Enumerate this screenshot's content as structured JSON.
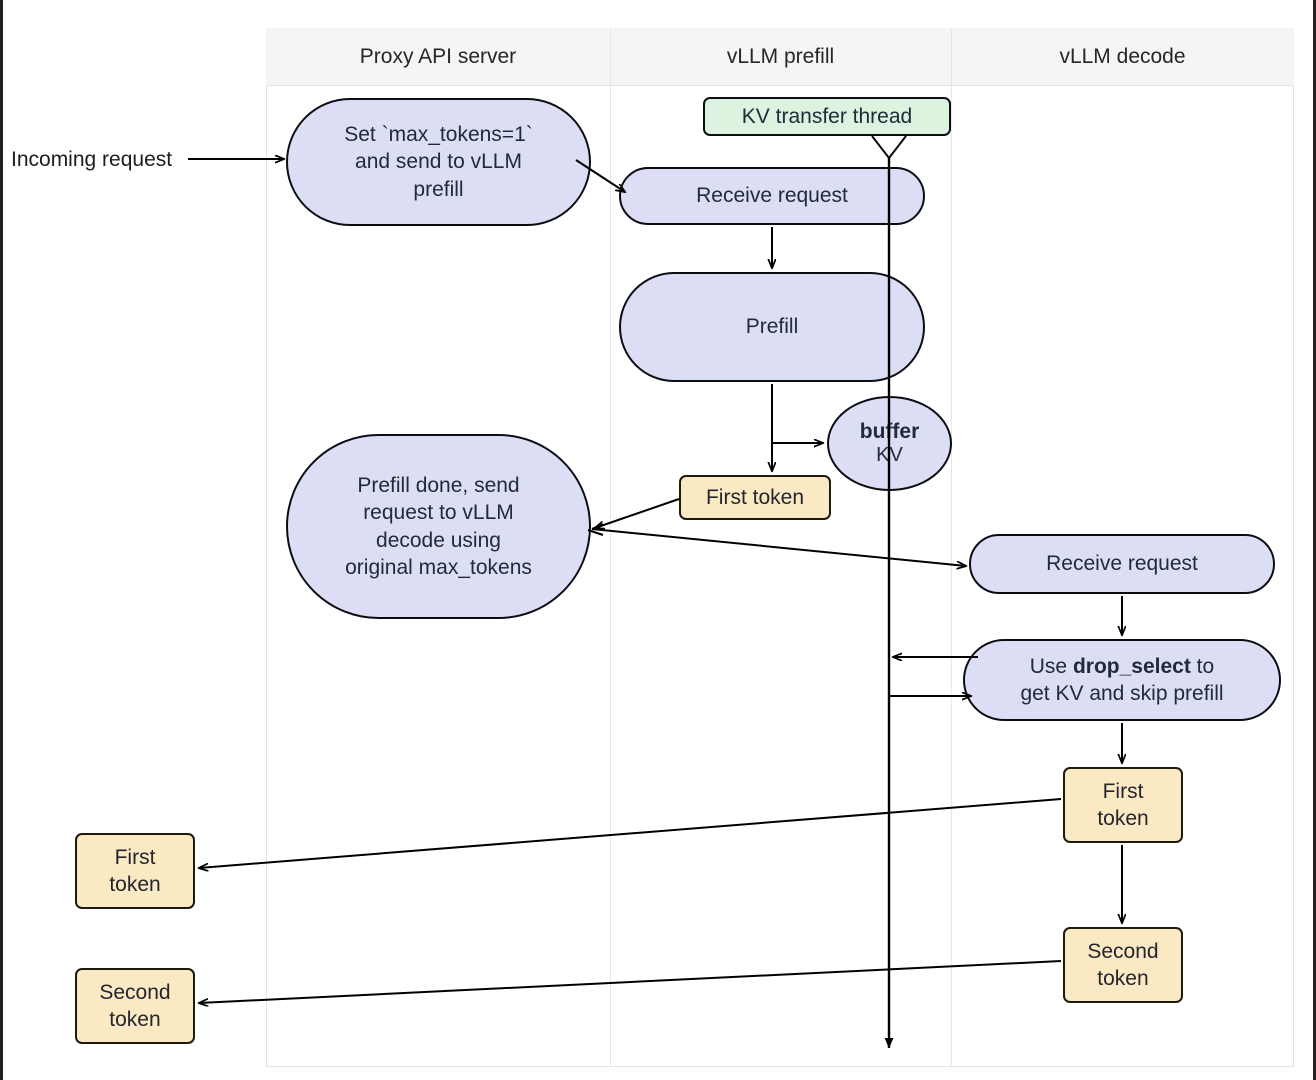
{
  "diagram": {
    "title": "vLLM disaggregated prefill sequence",
    "colors": {
      "process_fill": "#dcdef5",
      "process_stroke": "#0b0d12",
      "note_fill": "#dcf3e0",
      "token_fill": "#fbe9c4",
      "token_stroke": "#1d1a10",
      "lane_header_fill": "#f5f5f5",
      "lane_border": "#e3e3e3",
      "arrow": "#000000",
      "text": "#222b3a"
    },
    "lanes": [
      {
        "id": "proxy",
        "label": "Proxy API server"
      },
      {
        "id": "prefill",
        "label": "vLLM prefill"
      },
      {
        "id": "decode",
        "label": "vLLM decode"
      }
    ],
    "external_label": "Incoming request",
    "nodes": [
      {
        "id": "set-max-tokens",
        "lane": "proxy",
        "shape": "stadium",
        "text": "Set `max_tokens=1` and send to vLLM prefill"
      },
      {
        "id": "prefill-done",
        "lane": "proxy",
        "shape": "stadium",
        "text": "Prefill done, send request to vLLM decode using original max_tokens"
      },
      {
        "id": "kv-transfer-thread",
        "lane": "prefill",
        "shape": "note",
        "text": "KV transfer thread"
      },
      {
        "id": "prefill-receive-request",
        "lane": "prefill",
        "shape": "stadium",
        "text": "Receive request"
      },
      {
        "id": "prefill-step",
        "lane": "prefill",
        "shape": "stadium",
        "text": "Prefill"
      },
      {
        "id": "buffer-kv",
        "lane": "prefill",
        "shape": "ellipse",
        "text_bold": "buffer",
        "text_normal": "KV"
      },
      {
        "id": "prefill-first-token",
        "lane": "prefill",
        "shape": "token",
        "text": "First token"
      },
      {
        "id": "decode-receive-request",
        "lane": "decode",
        "shape": "stadium",
        "text": "Receive request"
      },
      {
        "id": "drop-select",
        "lane": "decode",
        "shape": "stadium",
        "text_parts": [
          "Use ",
          "drop_select",
          " to get KV and skip prefill"
        ],
        "text_prefix": "Use ",
        "text_bold": "drop_select",
        "text_suffix": " to get KV and skip prefill"
      },
      {
        "id": "decode-first-token",
        "lane": "decode",
        "shape": "token",
        "text": "First token"
      },
      {
        "id": "decode-second-token",
        "lane": "decode",
        "shape": "token",
        "text": "Second token"
      },
      {
        "id": "proxy-first-token",
        "lane": "external-left",
        "shape": "token",
        "text": "First token"
      },
      {
        "id": "proxy-second-token",
        "lane": "external-left",
        "shape": "token",
        "text": "Second token"
      }
    ],
    "edges": [
      {
        "from": "incoming-request",
        "to": "set-max-tokens"
      },
      {
        "from": "set-max-tokens",
        "to": "prefill-receive-request"
      },
      {
        "from": "prefill-receive-request",
        "to": "prefill-step"
      },
      {
        "from": "prefill-step",
        "to": "prefill-first-token"
      },
      {
        "from": "prefill-step",
        "to": "buffer-kv"
      },
      {
        "from": "kv-transfer-thread",
        "to": "kv-lifeline"
      },
      {
        "from": "prefill-first-token",
        "to": "prefill-done"
      },
      {
        "from": "prefill-done",
        "to": "decode-receive-request"
      },
      {
        "from": "decode-receive-request",
        "to": "drop-select"
      },
      {
        "from": "drop-select",
        "to": "kv-lifeline"
      },
      {
        "from": "kv-lifeline",
        "to": "drop-select"
      },
      {
        "from": "drop-select",
        "to": "decode-first-token"
      },
      {
        "from": "decode-first-token",
        "to": "decode-second-token"
      },
      {
        "from": "decode-first-token",
        "to": "proxy-first-token"
      },
      {
        "from": "decode-second-token",
        "to": "proxy-second-token"
      }
    ]
  },
  "labels": {
    "set_max_tokens_line1": "Set `max_tokens=1`",
    "set_max_tokens_line2": "and send to vLLM",
    "set_max_tokens_line3": "prefill",
    "prefill_done_line1": "Prefill done, send",
    "prefill_done_line2": "request to vLLM",
    "prefill_done_line3": "decode using",
    "prefill_done_line4": "original max_tokens",
    "kv_transfer_thread": "KV transfer thread",
    "receive_request": "Receive request",
    "prefill": "Prefill",
    "buffer": "buffer",
    "kv": "KV",
    "first_token": "First token",
    "first_token_l1": "First",
    "first_token_l2": "token",
    "second_token_l1": "Second",
    "second_token_l2": "token",
    "drop_select_prefix": "Use ",
    "drop_select_bold": "drop_select",
    "drop_select_suffix": " to",
    "drop_select_line2": "get KV and skip prefill",
    "incoming_request": "Incoming request",
    "decode_receive_request": "Receive request"
  }
}
